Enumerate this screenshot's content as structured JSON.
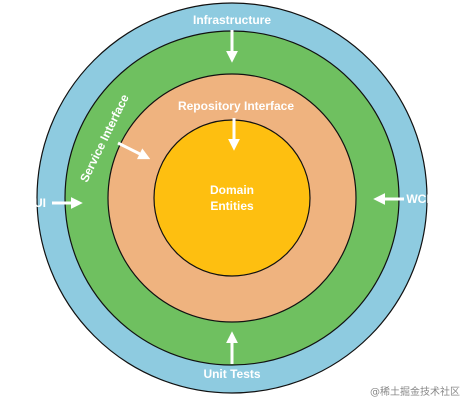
{
  "colors": {
    "infrastructure_ring": "#8ECBE0",
    "service_ring": "#6FC060",
    "repository_ring": "#EFB37F",
    "domain_core": "#FEBF10",
    "stroke": "#111111",
    "label": "#ffffff",
    "arrow": "#ffffff"
  },
  "labels": {
    "infrastructure": "Infrastructure",
    "repository_interface": "Repository Interface",
    "service_interface": "Service Interface",
    "domain_line1": "Domain",
    "domain_line2": "Entities",
    "ui": "UI",
    "wcf": "WCF",
    "unit_tests": "Unit Tests"
  },
  "watermark": "@稀土掘金技术社区",
  "icons": [
    "arrow-down-icon",
    "arrow-right-icon",
    "arrow-left-icon",
    "arrow-up-icon"
  ]
}
